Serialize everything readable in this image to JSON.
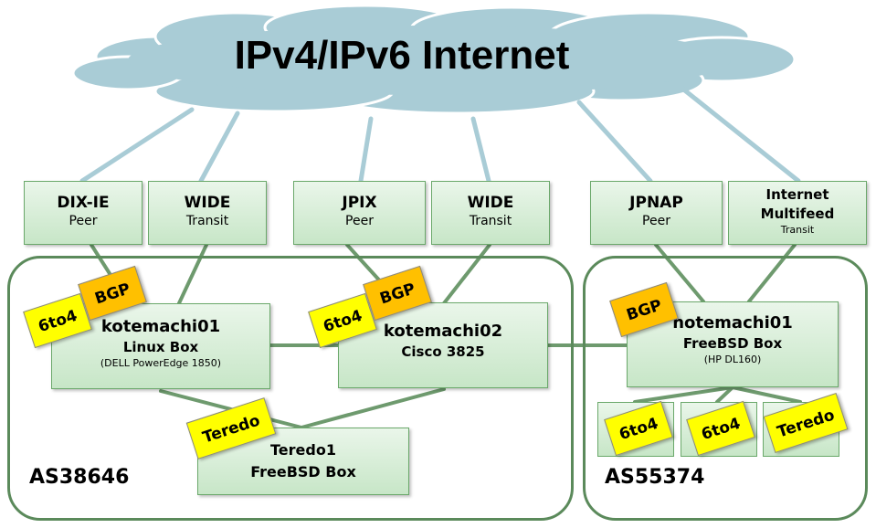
{
  "cloud": {
    "title": "IPv4/IPv6 Internet",
    "color": "#a9ccd6"
  },
  "upstreams": [
    {
      "name": "DIX-IE",
      "type": "Peer"
    },
    {
      "name": "WIDE",
      "type": "Transit"
    },
    {
      "name": "JPIX",
      "type": "Peer"
    },
    {
      "name": "WIDE",
      "type": "Transit"
    },
    {
      "name": "JPNAP",
      "type": "Peer"
    },
    {
      "name_line1": "Internet",
      "name_line2": "Multifeed",
      "type": "Transit"
    }
  ],
  "as_groups": [
    {
      "label": "AS38646"
    },
    {
      "label": "AS55374"
    }
  ],
  "routers": {
    "kotemachi01": {
      "name": "kotemachi01",
      "model": "Linux Box",
      "hardware": "(DELL PowerEdge 1850)"
    },
    "kotemachi02": {
      "name": "kotemachi02",
      "model": "Cisco 3825"
    },
    "teredo1": {
      "name": "Teredo1",
      "model": "FreeBSD Box"
    },
    "notemachi01": {
      "name": "notemachi01",
      "model": "FreeBSD Box",
      "hardware": "(HP DL160)"
    }
  },
  "tags": {
    "bgp": "BGP",
    "sixtofour": "6to4",
    "teredo": "Teredo"
  },
  "colors": {
    "link_internet": "#a9ccd6",
    "link_internal": "#6e9a6e",
    "tag_yellow": "#ffff00",
    "tag_orange": "#ffc000",
    "box_border": "#6aa86a"
  }
}
